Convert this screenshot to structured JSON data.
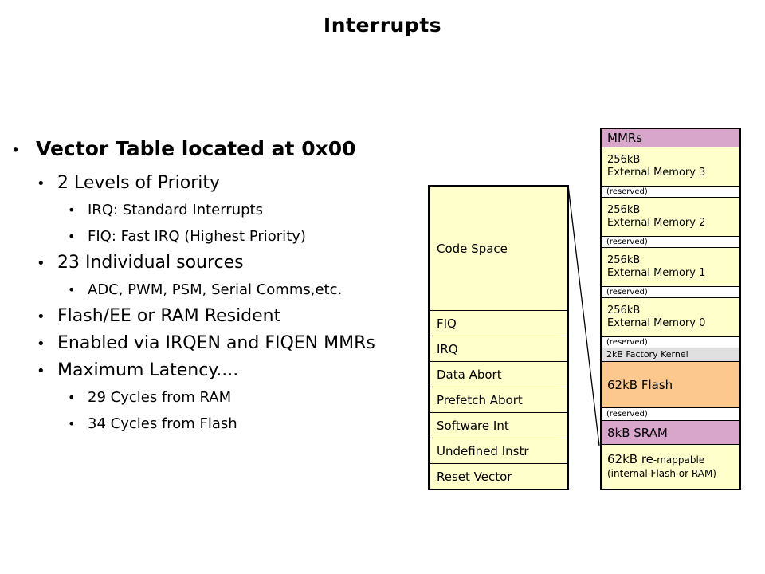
{
  "slide": {
    "title": "Interrupts"
  },
  "colors": {
    "block_yellow": "#FFFFCC",
    "block_pink": "#D7A6CA",
    "block_orange": "#FCC88E",
    "block_gray": "#E0E0E0",
    "border": "#000000",
    "text": "#000000"
  },
  "bullets": [
    {
      "level": 1,
      "text": "Vector Table located at 0x00"
    },
    {
      "level": 2,
      "text": "2 Levels of Priority"
    },
    {
      "level": 3,
      "text": "IRQ: Standard Interrupts"
    },
    {
      "level": 3,
      "text": "FIQ: Fast IRQ (Highest Priority)"
    },
    {
      "level": 2,
      "text": "23 Individual sources"
    },
    {
      "level": 3,
      "text": "ADC, PWM, PSM, Serial Comms,etc."
    },
    {
      "level": 2,
      "text": "Flash/EE or RAM Resident"
    },
    {
      "level": 2,
      "text": "Enabled via IRQEN and FIQEN MMRs"
    },
    {
      "level": 2,
      "text": "Maximum Latency...."
    },
    {
      "level": 3,
      "text": "29 Cycles from RAM"
    },
    {
      "level": 3,
      "text": "34 Cycles from Flash"
    }
  ],
  "vector_table": {
    "code_space": "Code Space",
    "rows": [
      "FIQ",
      "IRQ",
      "Data Abort",
      "Prefetch Abort",
      "Software Int",
      "Undefined Instr",
      "Reset Vector"
    ]
  },
  "memory_map": {
    "rows": [
      {
        "line1": "MMRs"
      },
      {
        "line1": "256kB",
        "line2": "External Memory 3"
      },
      {
        "line1": "(reserved)"
      },
      {
        "line1": "256kB",
        "line2": "External Memory 2"
      },
      {
        "line1": "(reserved)"
      },
      {
        "line1": "256kB",
        "line2": "External Memory 1"
      },
      {
        "line1": "(reserved)"
      },
      {
        "line1": "256kB",
        "line2": "External Memory 0"
      },
      {
        "line1": "(reserved)"
      },
      {
        "line1": "2kB Factory Kernel"
      },
      {
        "line1": "62kB Flash"
      },
      {
        "line1": "(reserved)"
      },
      {
        "line1": "8kB SRAM"
      },
      {
        "big": "62kB re",
        "small": "-mappable",
        "line2": "(internal Flash or RAM)"
      }
    ]
  }
}
